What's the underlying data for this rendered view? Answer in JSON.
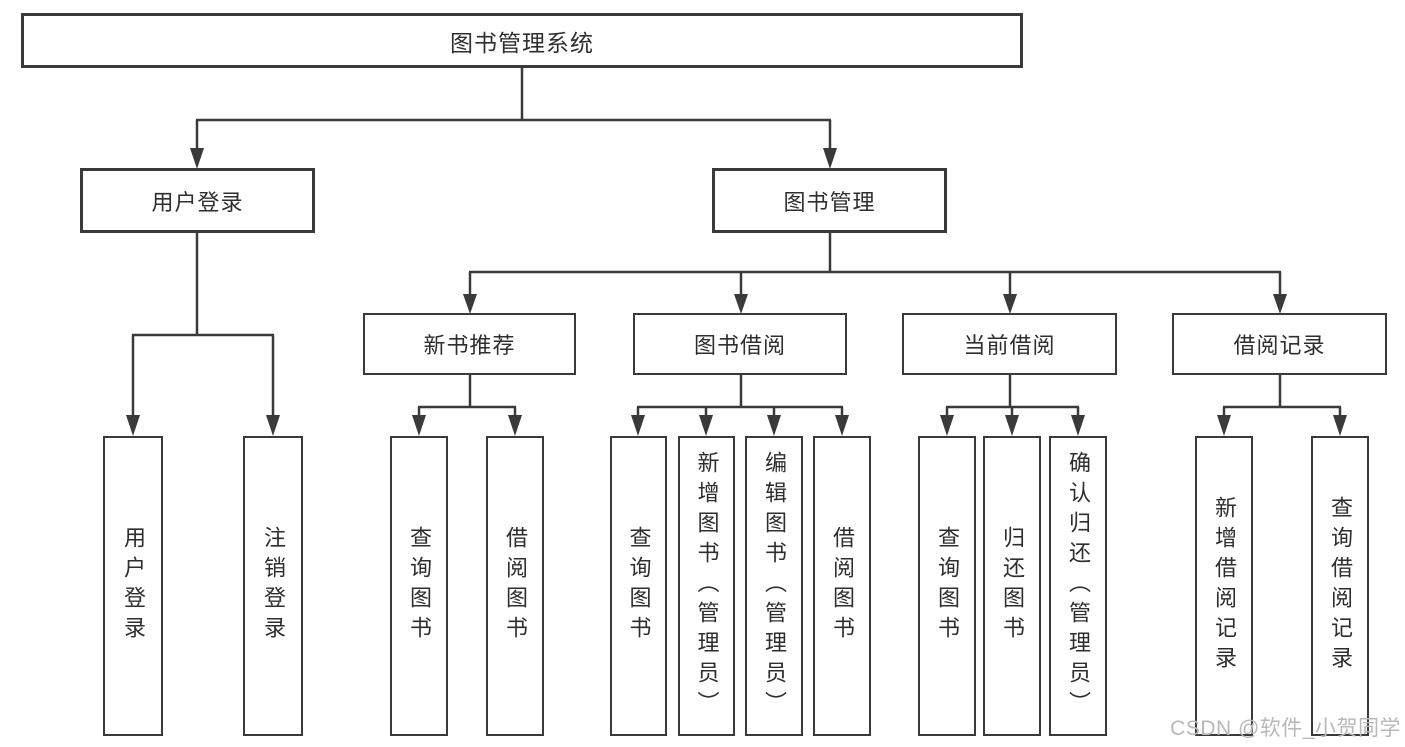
{
  "diagram_type": "hierarchy-tree",
  "nodes": {
    "root": "图书管理系统",
    "user_login": "用户登录",
    "book_management": "图书管理",
    "new_book_recommend": "新书推荐",
    "book_borrow": "图书借阅",
    "current_borrow": "当前借阅",
    "borrow_records": "借阅记录",
    "leaves": {
      "user_login": "用户登录",
      "logout": "注销登录",
      "rec_query": "查询图书",
      "rec_borrow": "借阅图书",
      "bb_query": "查询图书",
      "bb_add": "新增图书（管理员）",
      "bb_edit": "编辑图书（管理员）",
      "bb_borrow": "借阅图书",
      "cb_query": "查询图书",
      "cb_return": "归还图书",
      "cb_confirm": "确认归还（管理员）",
      "br_add": "新增借阅记录",
      "br_query": "查询借阅记录"
    }
  },
  "hierarchy": {
    "图书管理系统": {
      "用户登录": [
        "用户登录",
        "注销登录"
      ],
      "图书管理": {
        "新书推荐": [
          "查询图书",
          "借阅图书"
        ],
        "图书借阅": [
          "查询图书",
          "新增图书（管理员）",
          "编辑图书（管理员）",
          "借阅图书"
        ],
        "当前借阅": [
          "查询图书",
          "归还图书",
          "确认归还（管理员）"
        ],
        "借阅记录": [
          "新增借阅记录",
          "查询借阅记录"
        ]
      }
    }
  },
  "watermark": "CSDN @软件_小贺同学",
  "colors": {
    "line": "#3a3a3a",
    "box_border": "#3a3a3a",
    "text": "#2e2e2e",
    "watermark": "#b8b8b8",
    "background": "#ffffff"
  }
}
